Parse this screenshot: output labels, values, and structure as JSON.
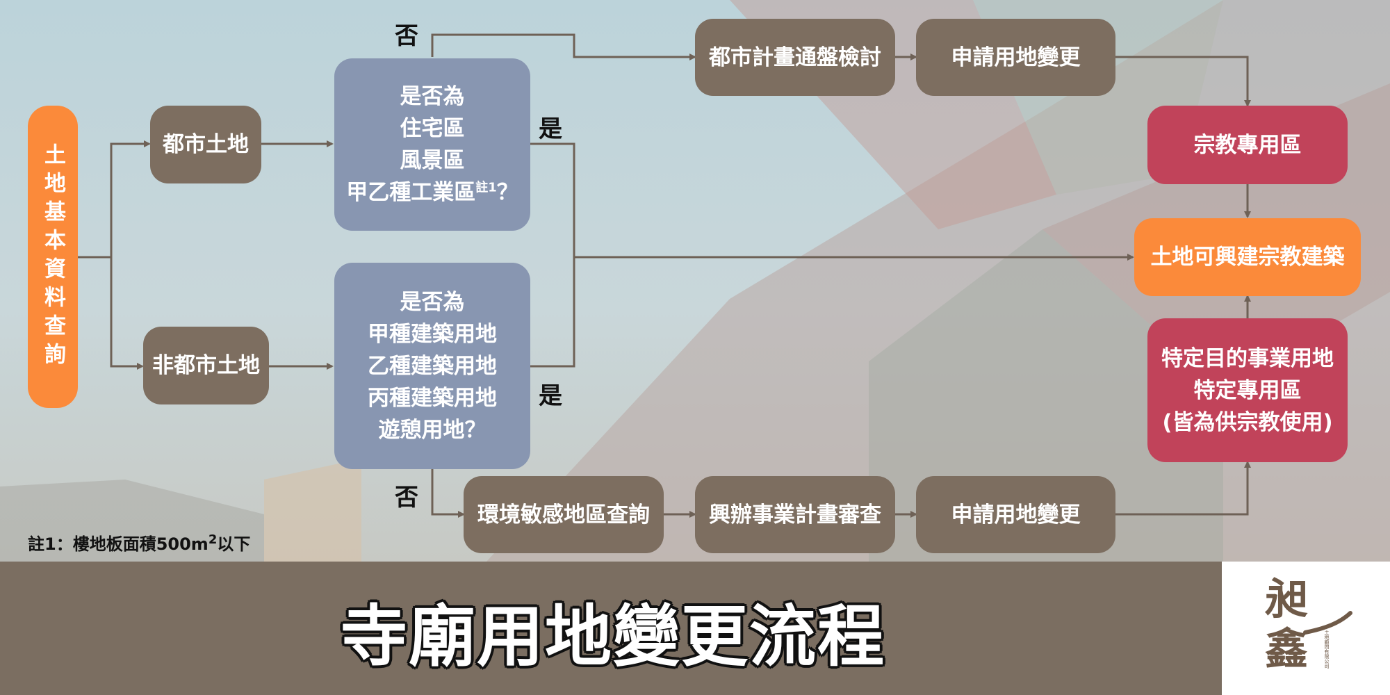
{
  "nodes": {
    "land_query": "土地基本資料查詢",
    "urban_land": "都市土地",
    "non_urban_land": "非都市土地",
    "urban_question": {
      "line1": "是否為",
      "line2": "住宅區",
      "line3": "風景區",
      "line4": "甲乙種工業區",
      "note_mark": "註1",
      "question_mark": "？"
    },
    "non_urban_question": "是否為\n甲種建築用地\n乙種建築用地\n丙種建築用地\n遊憩用地？",
    "urban_plan_review": "都市計畫通盤檢討",
    "apply_change_top": "申請用地變更",
    "religious_zone": "宗教專用區",
    "can_build": "土地可興建宗教建築",
    "specific_use": "特定目的事業用地\n特定專用區\n(皆為供宗教使用)",
    "env_sensitive_query": "環境敏感地區查詢",
    "business_plan_review": "興辦事業計畫審查",
    "apply_change_bottom": "申請用地變更"
  },
  "labels": {
    "no_top": "否",
    "yes_top": "是",
    "yes_bottom": "是",
    "no_bottom": "否"
  },
  "footnote": {
    "prefix": "註1：樓地板面積500m",
    "sup": "2",
    "suffix": "以下"
  },
  "title": "寺廟用地變更流程",
  "logo": {
    "chars": "昶鑫",
    "subtitle": "土地顧問有限公司"
  },
  "colors": {
    "brown": "#7d6e60",
    "blue": "#8896b1",
    "red": "#c1435a",
    "orange": "#fb8a3a",
    "footer": "#7b6e61",
    "arrow": "#6e6156"
  }
}
